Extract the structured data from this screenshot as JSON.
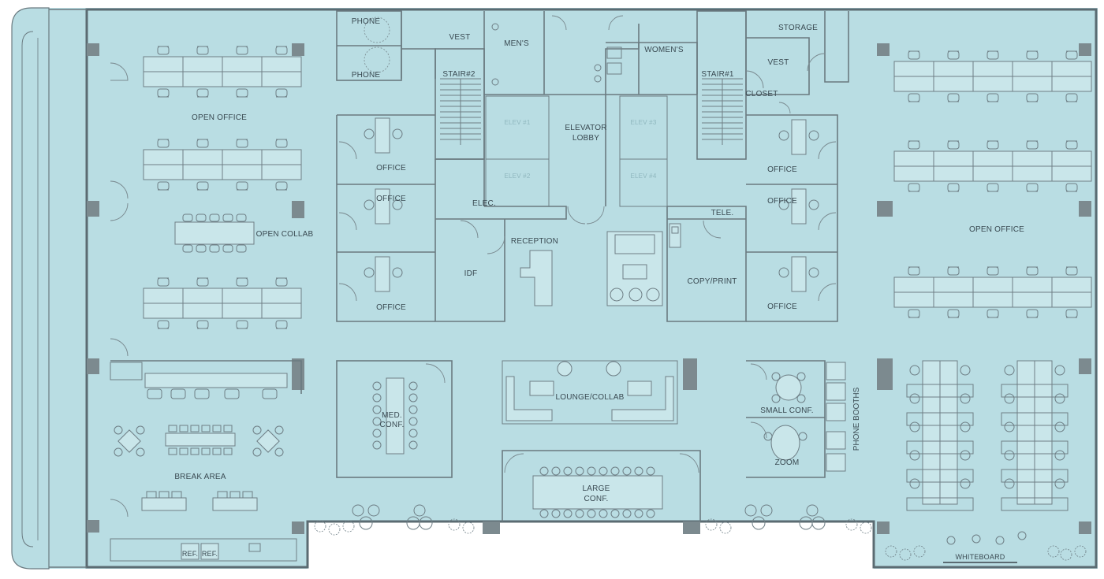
{
  "floor_plan": {
    "colors": {
      "floor": "#b9dde3",
      "walls": "#5b6b72",
      "columns": "#7c8a8f",
      "furniture_fill": "#c9e6ea",
      "furniture_stroke": "#6e7e85",
      "labels": "#3a4a52"
    },
    "rooms": {
      "phone_top": "PHONE",
      "phone_bottom": "PHONE",
      "vest_left": "VEST",
      "mens": "MEN'S",
      "womens": "WOMEN'S",
      "storage": "STORAGE",
      "vest_right": "VEST",
      "stair_2": "STAIR#2",
      "stair_1": "STAIR#1",
      "closet": "CLOSET",
      "elevator_lobby_1": "ELEVATOR",
      "elevator_lobby_2": "LOBBY",
      "elev_1": "ELEV #1",
      "elev_2": "ELEV #2",
      "elev_3": "ELEV #3",
      "elev_4": "ELEV #4",
      "open_office_left": "OPEN OFFICE",
      "open_collab": "OPEN COLLAB",
      "open_office_right": "OPEN OFFICE",
      "office_l1": "OFFICE",
      "office_l2": "OFFICE",
      "office_l3": "OFFICE",
      "office_r1": "OFFICE",
      "office_r2": "OFFICE",
      "office_r3": "OFFICE",
      "elec": "ELEC.",
      "tele": "TELE.",
      "idf": "IDF",
      "reception": "RECEPTION",
      "copy_print": "COPY/PRINT",
      "med_conf_1": "MED.",
      "med_conf_2": "CONF.",
      "lounge_collab": "LOUNGE/COLLAB",
      "large_conf_1": "LARGE",
      "large_conf_2": "CONF.",
      "small_conf": "SMALL CONF.",
      "zoom": "ZOOM",
      "phone_booths": "PHONE BOOTHS",
      "break_area": "BREAK AREA",
      "ref_1": "REF.",
      "ref_2": "REF.",
      "whiteboard": "WHITEBOARD"
    }
  }
}
